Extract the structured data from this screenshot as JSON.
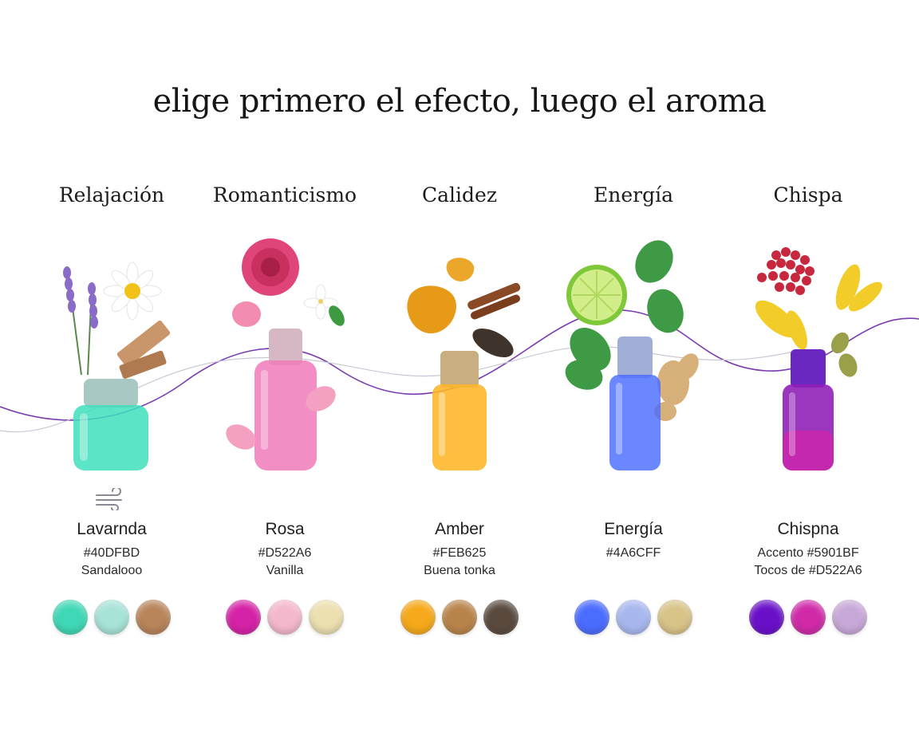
{
  "title": "elige primero el efecto, luego el aroma",
  "columns": [
    {
      "heading": "Relajación",
      "note": "Lavarnda",
      "line1": "#40DFBD",
      "line2": "Sandalooo",
      "bottle_color": "#40DFBD",
      "swatches": [
        "#3fd8b6",
        "#a8e3d8",
        "#b8845a"
      ],
      "icons": [
        "lavender-icon",
        "chamomile-icon",
        "sandalwood-icon"
      ]
    },
    {
      "heading": "Romanticismo",
      "note": "Rosa",
      "line1": "#D522A6",
      "line2": "Vanilla",
      "bottle_color": "#f07ab8",
      "swatches": [
        "#d522a6",
        "#f4b8cc",
        "#ece0b0"
      ],
      "icons": [
        "rose-icon",
        "jasmine-icon",
        "petal-icon"
      ]
    },
    {
      "heading": "Calidez",
      "note": "Amber",
      "line1": "#FEB625",
      "line2": "Buena tonka",
      "bottle_color": "#FEB625",
      "swatches": [
        "#f6a91a",
        "#b8844a",
        "#5a4a3e"
      ],
      "icons": [
        "amber-icon",
        "cinnamon-icon",
        "tonka-bean-icon"
      ]
    },
    {
      "heading": "Energía",
      "note": "Energía",
      "line1": "#4A6CFF",
      "line2": "",
      "bottle_color": "#4A6CFF",
      "swatches": [
        "#4a6cff",
        "#a8b8ee",
        "#d8c488"
      ],
      "icons": [
        "lime-icon",
        "mint-icon",
        "ginger-icon"
      ]
    },
    {
      "heading": "Chispa",
      "note": "Chispna",
      "line1": "Accento #5901BF",
      "line2": "Tocos de #D522A6",
      "bottle_color": "#5901BF",
      "swatches": [
        "#6a10c8",
        "#d02aa8",
        "#c8a8d8"
      ],
      "icons": [
        "pink-pepper-icon",
        "ylang-icon",
        "cardamom-icon"
      ]
    }
  ]
}
